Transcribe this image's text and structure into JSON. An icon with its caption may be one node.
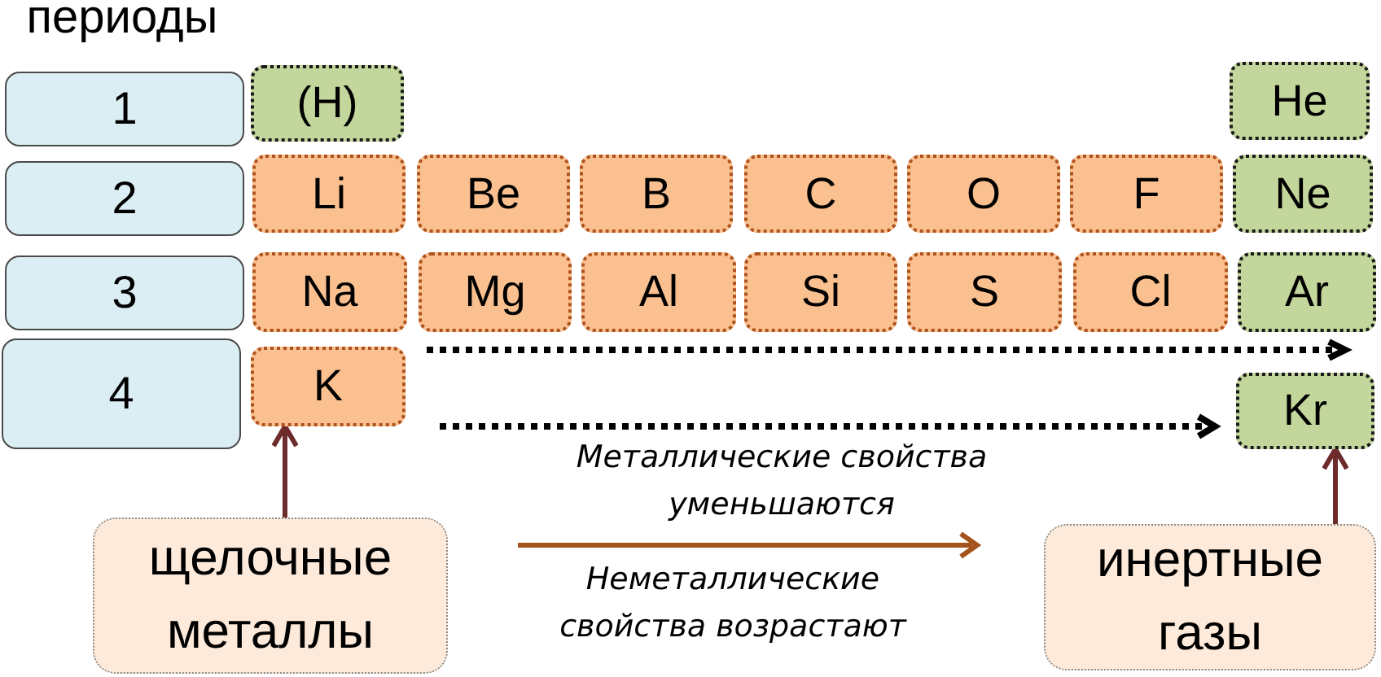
{
  "diagram": {
    "nodes": [
      {
        "text": [
          "1"
        ]
      },
      {
        "text": [
          "(H)"
        ]
      },
      {
        "text": [
          "He"
        ]
      },
      {
        "text": [
          "2"
        ]
      },
      {
        "text": [
          "Li"
        ]
      },
      {
        "text": [
          "Be"
        ]
      },
      {
        "text": [
          "B"
        ]
      },
      {
        "text": [
          "C"
        ]
      },
      {
        "text": [
          "O"
        ]
      },
      {
        "text": [
          "F"
        ]
      },
      {
        "text": [
          "Ne"
        ]
      },
      {
        "text": [
          "3"
        ]
      },
      {
        "text": [
          "Na"
        ]
      },
      {
        "text": [
          "Mg"
        ]
      },
      {
        "text": [
          "Al"
        ]
      },
      {
        "text": [
          "Si"
        ]
      },
      {
        "text": [
          "S"
        ]
      },
      {
        "text": [
          "Cl"
        ]
      },
      {
        "text": [
          "Ar"
        ]
      },
      {
        "text": [
          "4"
        ]
      },
      {
        "text": [
          "K"
        ]
      },
      {
        "text": [
          "Kr"
        ]
      },
      {
        "text": [
          "щелочные металлы"
        ]
      },
      {
        "text": [
          "инертные газы"
        ]
      }
    ],
    "edges": [
      {
        "from": 22,
        "to": 20,
        "arrow": "to"
      },
      {
        "from": 23,
        "to": 21,
        "arrow": "to"
      }
    ],
    "labels": [
      "периоды",
      "Металлические свойства уменьшаются",
      "Неметаллические свойства возрастают"
    ]
  }
}
